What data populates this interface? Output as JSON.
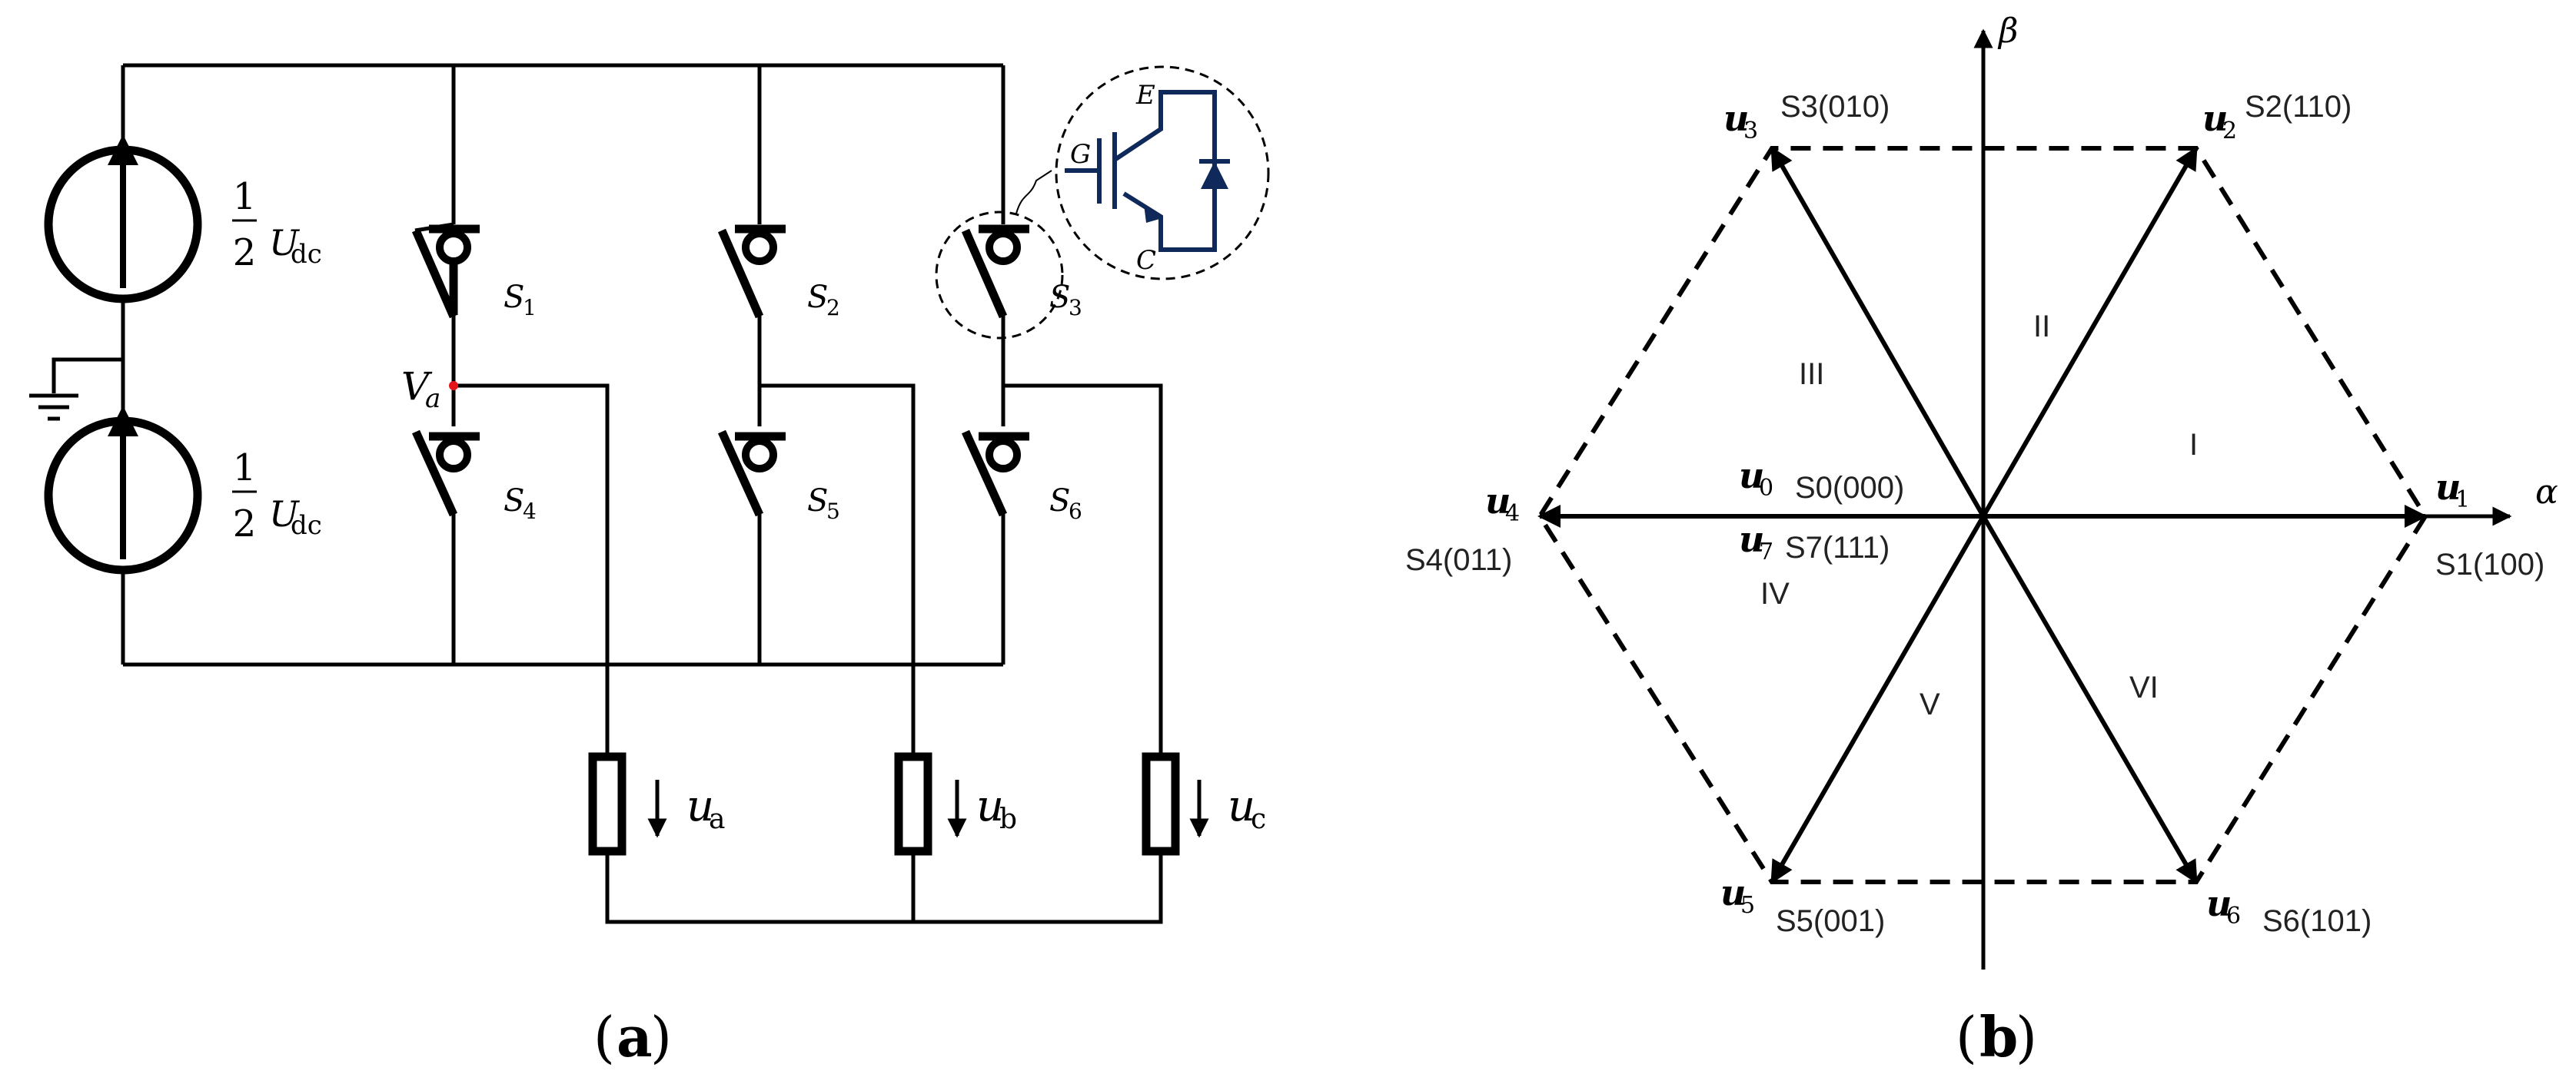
{
  "circuit": {
    "source_fraction": {
      "num": "1",
      "den": "2"
    },
    "source_label": {
      "main": "U",
      "sub": "dc"
    },
    "switches": [
      {
        "main": "S",
        "sub": "1"
      },
      {
        "main": "S",
        "sub": "2"
      },
      {
        "main": "S",
        "sub": "3"
      },
      {
        "main": "S",
        "sub": "4"
      },
      {
        "main": "S",
        "sub": "5"
      },
      {
        "main": "S",
        "sub": "6"
      }
    ],
    "node_label": {
      "main": "V",
      "sub": "a"
    },
    "igbt_labels": {
      "gate": "G",
      "emitter": "E",
      "collector": "C"
    },
    "loads": [
      {
        "main": "u",
        "sub": "a"
      },
      {
        "main": "u",
        "sub": "b"
      },
      {
        "main": "u",
        "sub": "c"
      }
    ],
    "caption": {
      "open": "(",
      "letter": "a",
      "close": ")"
    },
    "colors": {
      "node": "#e4161c",
      "igbt": "#0f2a5a",
      "wire": "#000000"
    }
  },
  "vector_diagram": {
    "axes": {
      "alpha": "α",
      "beta": "β"
    },
    "vectors": [
      {
        "main": "u",
        "sub": "1",
        "state": "S1(100)"
      },
      {
        "main": "u",
        "sub": "2",
        "state": "S2(110)"
      },
      {
        "main": "u",
        "sub": "3",
        "state": "S3(010)"
      },
      {
        "main": "u",
        "sub": "4",
        "state": "S4(011)"
      },
      {
        "main": "u",
        "sub": "5",
        "state": "S5(001)"
      },
      {
        "main": "u",
        "sub": "6",
        "state": "S6(101)"
      }
    ],
    "zero_vectors": [
      {
        "main": "u",
        "sub": "0",
        "state": "S0(000)"
      },
      {
        "main": "u",
        "sub": "7",
        "state": "S7(111)"
      }
    ],
    "sectors": [
      "I",
      "II",
      "III",
      "IV",
      "V",
      "VI"
    ],
    "caption": {
      "open": "(",
      "letter": "b",
      "close": ")"
    }
  }
}
